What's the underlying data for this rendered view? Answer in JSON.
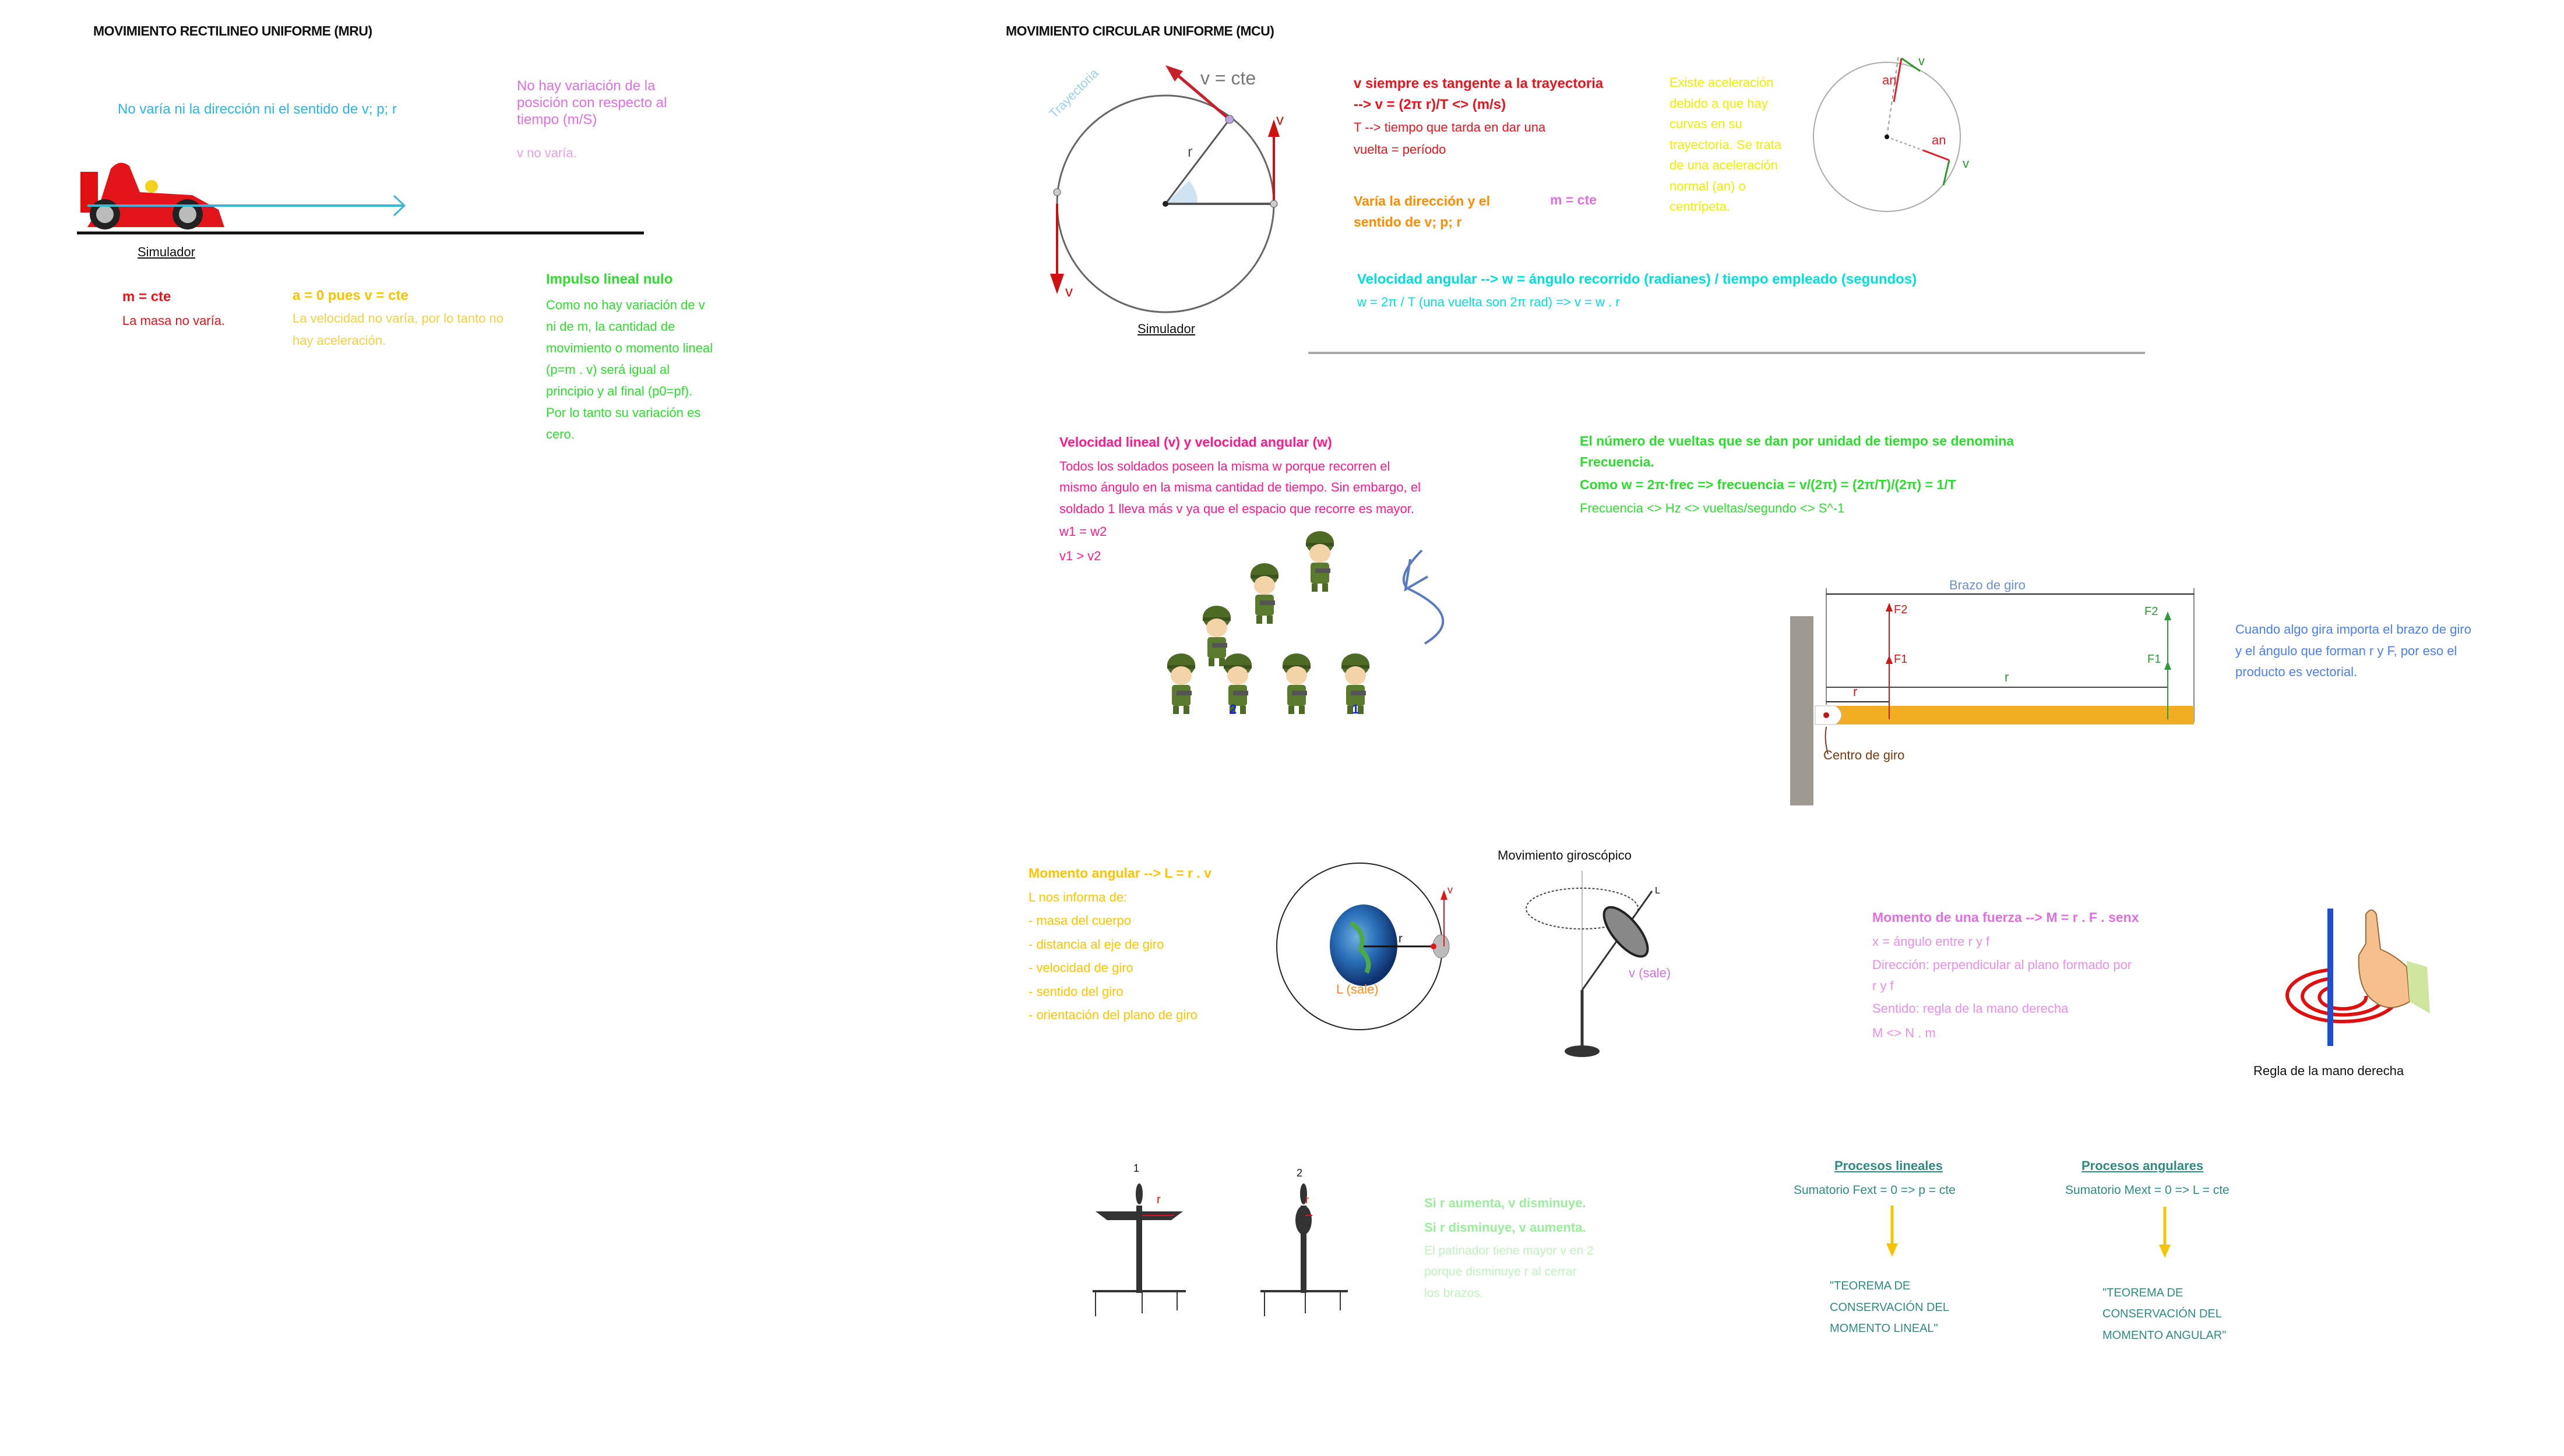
{
  "mru": {
    "title": "MOVIMIENTO RECTILINEO UNIFORME (MRU)",
    "no_varia": "No varía ni la dirección ni el sentido de v; p; r",
    "posicion": [
      "No hay variación de la",
      "posición con respecto al",
      "tiempo (m/S)"
    ],
    "v_no_varia": "v no varía.",
    "simulador": "Simulador",
    "m_cte": "m = cte",
    "masa_no_varia": "La masa no varía.",
    "a_cero": "a = 0 pues v = cte",
    "velocidad_no_varia": [
      "La velocidad no varía, por lo tanto no",
      "hay aceleración."
    ],
    "impulso_title": "Impulso lineal nulo",
    "impulso_lines": [
      "Como no hay variación de v",
      "ni de m, la cantidad de",
      "movimiento o momento lineal",
      "(p=m . v) será igual al",
      "principio y al final (p0=pf).",
      "Por lo tanto su variación es",
      "cero."
    ]
  },
  "mcu": {
    "title": "MOVIMIENTO CIRCULAR UNIFORME (MCU)",
    "diagram": {
      "v_cte": "v = cte",
      "trayectoria": "Trayectoria",
      "r": "r",
      "v": "v"
    },
    "simulador": "Simulador",
    "tangente": "v siempre es tangente a la trayectoria",
    "formula_v": "--> v = (2π r)/T <> (m/s)",
    "periodo": [
      "T --> tiempo que tarda en dar una",
      "vuelta = período"
    ],
    "varia": [
      "Varía la dirección y el",
      "sentido de v; p; r"
    ],
    "m_cte": "m = cte",
    "aceleracion": [
      "Existe aceleración",
      "debido a que hay",
      "curvas en su",
      "trayectoria. Se trata",
      "de una aceleración",
      "normal (an) o",
      "centrípeta."
    ],
    "accel_diagram": {
      "an": "an",
      "v": "v"
    },
    "vel_angular": "Velocidad angular --> w = ángulo recorrido (radianes) / tiempo empleado (segundos)",
    "vel_angular_formula": "w = 2π / T (una vuelta son 2π rad) => v = w . r"
  },
  "velocidades": {
    "title": "Velocidad lineal (v) y velocidad angular (w)",
    "lines": [
      "Todos los soldados poseen la misma w porque recorren el",
      "mismo ángulo en la misma cantidad de tiempo. Sin embargo, el",
      "soldado 1 lleva más v ya que el espacio que recorre es mayor."
    ],
    "w_eq": "w1 = w2",
    "v_gt": "v1 > v2",
    "label_2": "2",
    "label_1": "1"
  },
  "frecuencia": {
    "line1": "El número de vueltas que se dan por unidad de tiempo se denomina",
    "line2": "Frecuencia.",
    "formula": "Como w = 2π·frec => frecuencia = v/(2π) = (2π/T)/(2π) = 1/T",
    "units": "Frecuencia <> Hz <> vueltas/segundo <> S^-1"
  },
  "brazo": {
    "label": "Brazo de giro",
    "f2": "F2",
    "f1": "F1",
    "r": "r",
    "centro": "Centro de giro",
    "explicacion": [
      "Cuando algo gira importa el brazo de giro",
      "y el ángulo que forman r y F, por eso el",
      "producto es vectorial."
    ]
  },
  "momento_angular": {
    "title": "Momento angular --> L = r . v",
    "lines": [
      "L nos informa de:",
      "- masa del cuerpo",
      "- distancia al eje de giro",
      "- velocidad de giro",
      "- sentido del giro",
      "- orientación del plano de giro"
    ],
    "r": "r",
    "v": "v",
    "l_sale": "L (sale)"
  },
  "giroscopio": {
    "title": "Movimiento giroscópico",
    "v_sale": "v (sale)",
    "l": "L"
  },
  "momento_fuerza": {
    "title": "Momento de una fuerza --> M = r . F . senx",
    "lines": [
      "x = ángulo entre r y f",
      "Dirección: perpendicular al plano formado por",
      "r y f",
      "Sentido: regla de la mano derecha",
      "M <> N . m"
    ],
    "mano_label": "Regla de la mano derecha"
  },
  "patinador": {
    "label_1": "1",
    "label_2": "2",
    "r": "r",
    "lines_bold": [
      "Si r aumenta, v disminuye.",
      "Si r disminuye, v aumenta."
    ],
    "lines": [
      "El patinador tiene mayor v en 2",
      "porque disminuye r al cerrar",
      "los brazos."
    ]
  },
  "procesos": {
    "lineales": {
      "title": "Procesos lineales",
      "formula": "Sumatorio Fext = 0 => p = cte",
      "teorema": [
        "\"TEOREMA DE",
        "CONSERVACIÓN DEL",
        "MOMENTO LINEAL\""
      ]
    },
    "angulares": {
      "title": "Procesos angulares",
      "formula": "Sumatorio Mext = 0 => L = cte",
      "teorema": [
        "\"TEOREMA DE",
        "CONSERVACIÓN DEL",
        "MOMENTO ANGULAR\""
      ]
    }
  },
  "colors": {
    "cyan": "#29b6e6",
    "violet": "#e070e0",
    "red": "#e8141e",
    "yellow": "#f5c400",
    "green": "#2ddd2d",
    "teal": "#2e8b82",
    "blue": "#4a7ff0",
    "pink": "#ff1a8c"
  }
}
